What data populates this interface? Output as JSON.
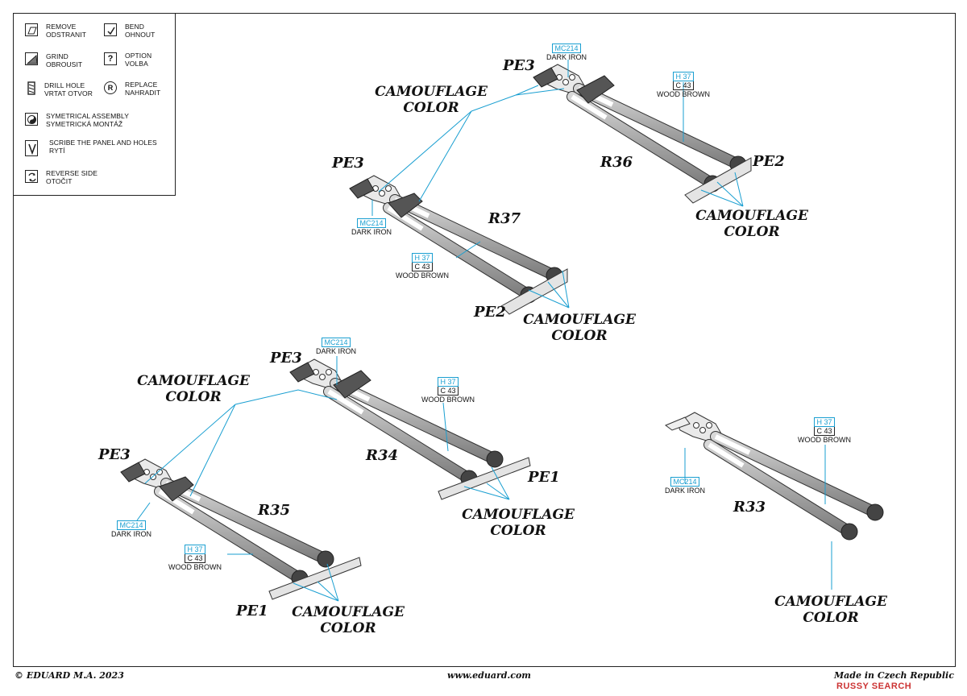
{
  "legend": {
    "remove": {
      "line1": "REMOVE",
      "line2": "ODSTRANIT"
    },
    "bend": {
      "line1": "BEND",
      "line2": "OHNOUT"
    },
    "grind": {
      "line1": "GRIND",
      "line2": "OBROUSIT"
    },
    "option": {
      "line1": "OPTION",
      "line2": "VOLBA"
    },
    "drill": {
      "line1": "DRILL HOLE",
      "line2": "VRTAT OTVOR"
    },
    "replace": {
      "line1": "REPLACE",
      "line2": "NAHRADIT"
    },
    "symmetrical": {
      "line1": "SYMETRICAL ASSEMBLY",
      "line2": "SYMETRICKÁ MONTÁŽ"
    },
    "scribe": {
      "line1": "SCRIBE THE PANEL AND HOLES",
      "line2": "RYTÍ"
    },
    "reverse": {
      "line1": "REVERSE SIDE",
      "line2": "OTOČIT"
    }
  },
  "labels": {
    "pe3": "PE3",
    "pe2": "PE2",
    "pe1": "PE1",
    "r33": "R33",
    "r34": "R34",
    "r35": "R35",
    "r36": "R36",
    "r37": "R37",
    "camo1": "CAMOUFLAGE",
    "camo2": "COLOR"
  },
  "paints": {
    "dark_iron": {
      "code": "MC214",
      "name": "DARK IRON"
    },
    "wood_brown": {
      "code": "H 37",
      "code2": "C 43",
      "name": "WOOD BROWN"
    }
  },
  "footer": {
    "copyright": "© EDUARD  M.A. 2023",
    "website": "www.eduard.com",
    "made_in": "Made in Czech Republic"
  },
  "watermark": "RUSSY SEARCH",
  "colors": {
    "callout": "#1a9fd1",
    "handle": "#b3b3b3",
    "pe_part": "#555555"
  }
}
